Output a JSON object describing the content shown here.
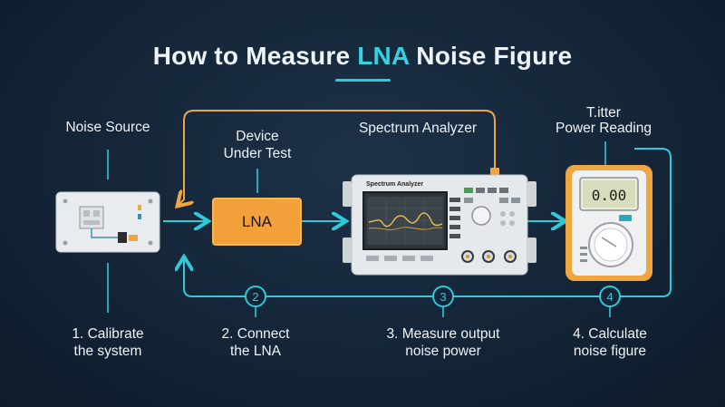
{
  "title": {
    "pre": "How to Measure ",
    "accent": "LNA",
    "post": " Noise Figure"
  },
  "labels": {
    "noise_source": "Noise Source",
    "dut_line1": "Device",
    "dut_line2": "Under Test",
    "spectrum_analyzer": "Spectrum Analyzer",
    "meter_line1": "T.itter",
    "meter_line2": "Power Reading"
  },
  "lna_label": "LNA",
  "meter_display": "0.00",
  "analyzer_panel_title": "Spectrum Analyzer",
  "steps": [
    {
      "num": "1.",
      "line1": "1. Calibrate",
      "line2": "the system"
    },
    {
      "num": "2",
      "line1": "2. Connect",
      "line2": "the LNA"
    },
    {
      "num": "3",
      "line1": "3. Measure output",
      "line2": "noise power"
    },
    {
      "num": "4",
      "line1": "4. Calculate",
      "line2": "noise figure"
    }
  ],
  "colors": {
    "background": "#142538",
    "accent_cyan": "#2fc9d8",
    "lna_orange": "#f2a13a",
    "feedback_line_orange": "#f0a640"
  },
  "icons": [
    "noise-source-device",
    "spectrum-analyzer-device",
    "power-meter-device"
  ]
}
